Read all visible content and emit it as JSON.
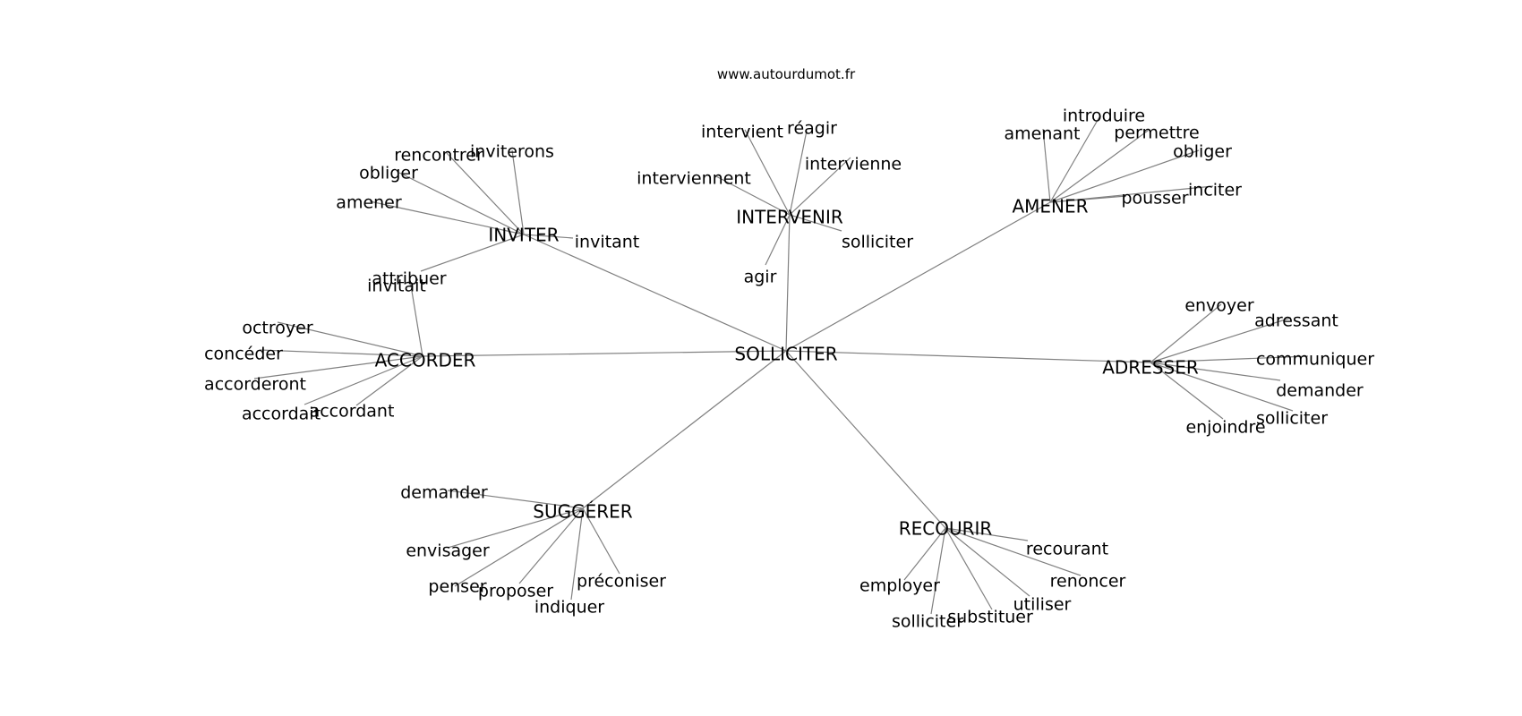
{
  "site": "www.autourdumot.fr",
  "colors": {
    "edge": "#808080",
    "text": "#000000",
    "background": "#ffffff"
  },
  "graph": {
    "center": "SOLLICITER",
    "hubs": [
      {
        "id": "inviter",
        "label": "INVITER",
        "leaves": [
          "rencontrer",
          "inviterons",
          "obliger",
          "amener",
          "invitant",
          "invitait"
        ]
      },
      {
        "id": "intervenir",
        "label": "INTERVENIR",
        "leaves": [
          "intervient",
          "réagir",
          "intervienne",
          "interviennent",
          "solliciter",
          "agir"
        ]
      },
      {
        "id": "amener",
        "label": "AMENER",
        "leaves": [
          "introduire",
          "amenant",
          "permettre",
          "obliger",
          "inciter",
          "pousser"
        ]
      },
      {
        "id": "accorder",
        "label": "ACCORDER",
        "leaves": [
          "attribuer",
          "octroyer",
          "concéder",
          "accorderont",
          "accordait",
          "accordant"
        ]
      },
      {
        "id": "adresser",
        "label": "ADRESSER",
        "leaves": [
          "envoyer",
          "adressant",
          "communiquer",
          "demander",
          "solliciter",
          "enjoindre"
        ]
      },
      {
        "id": "suggerer",
        "label": "SUGGÉRER",
        "leaves": [
          "demander",
          "envisager",
          "penser",
          "proposer",
          "indiquer",
          "préconiser"
        ]
      },
      {
        "id": "recourir",
        "label": "RECOURIR",
        "leaves": [
          "recourant",
          "renoncer",
          "utiliser",
          "substituer",
          "solliciter",
          "employer"
        ]
      }
    ]
  }
}
